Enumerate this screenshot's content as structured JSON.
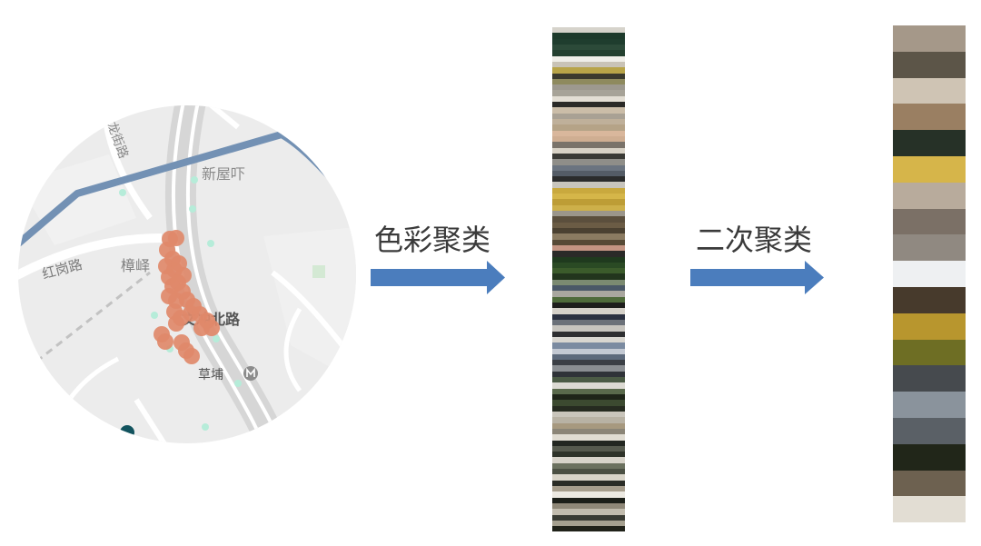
{
  "map": {
    "labels": {
      "longjie_road": "龙街路",
      "xinwuxia": "新屋吓",
      "honggang_road": "红岗路",
      "zhangyi": "樟峄",
      "wenchong_north_road": "文冲北路",
      "caopu": "草埔"
    },
    "colors": {
      "background": "#ececec",
      "main_road": "#7391b4",
      "cluster_point": "#e0896a",
      "poi_dot": "#b6ecd9",
      "selected_point": "#12535e"
    }
  },
  "step1": {
    "label": "色彩聚类"
  },
  "step2": {
    "label": "二次聚类"
  },
  "arrow_color": "#4b7dbd",
  "stripe_bar": {
    "colors": [
      "#d6d3cb",
      "#1d3a2b",
      "#1f3d2e",
      "#2c4a39",
      "#24402f",
      "#f0eee8",
      "#c9c3b6",
      "#b8a448",
      "#3b3a2e",
      "#8e8a5e",
      "#9d998f",
      "#a7a398",
      "#e3ded4",
      "#2a2a27",
      "#cbbda8",
      "#a9a194",
      "#bfb09a",
      "#b5a387",
      "#d9b79c",
      "#cfae92",
      "#7a736a",
      "#d8d2c6",
      "#3a3a36",
      "#8f8e89",
      "#6b7480",
      "#545c66",
      "#2b2c2c",
      "#c8c5bd",
      "#c9a93e",
      "#d5b649",
      "#bd9d36",
      "#cdb04a",
      "#9b968b",
      "#5b4f3d",
      "#6b5c45",
      "#4b4131",
      "#8b7b61",
      "#574a36",
      "#c49583",
      "#2a2a28",
      "#1f3a1e",
      "#2a4a24",
      "#3b5b2b",
      "#22351d",
      "#7b8a71",
      "#4a5867",
      "#a9a79f",
      "#4f6b3b",
      "#1e1e1c",
      "#d5d1c9",
      "#2b3141",
      "#6b7179",
      "#c6c4be",
      "#2d2e30",
      "#d8d6d0",
      "#7b8ba1",
      "#c3c9d3",
      "#5d6a7c",
      "#3b3f45",
      "#8a8e92",
      "#2f3338",
      "#4b5b45",
      "#dcdad3",
      "#5a6a4c",
      "#1f2519",
      "#3c4a30",
      "#262b20",
      "#c9c5bb",
      "#b8b2a4",
      "#a7997f",
      "#8b8577",
      "#e0dcd2",
      "#232721",
      "#565a4e",
      "#2e3329",
      "#d7d3c9",
      "#6b715f",
      "#4b5043",
      "#d9d5c9",
      "#2a2c26",
      "#a69d8c",
      "#ece9e2",
      "#1c1f19",
      "#8f8878",
      "#c2bcae",
      "#3a3c34",
      "#a5a08f",
      "#202219"
    ]
  },
  "palette": {
    "colors": [
      "#a59889",
      "#5c5548",
      "#cfc4b4",
      "#9a7f62",
      "#263127",
      "#d6b54a",
      "#b8ab9c",
      "#7b7066",
      "#908981",
      "#eef0f2",
      "#473a2c",
      "#b8962e",
      "#6e6e24",
      "#464a4e",
      "#8a939c",
      "#5a6066",
      "#212619",
      "#6d6150",
      "#e2ddd3"
    ]
  }
}
